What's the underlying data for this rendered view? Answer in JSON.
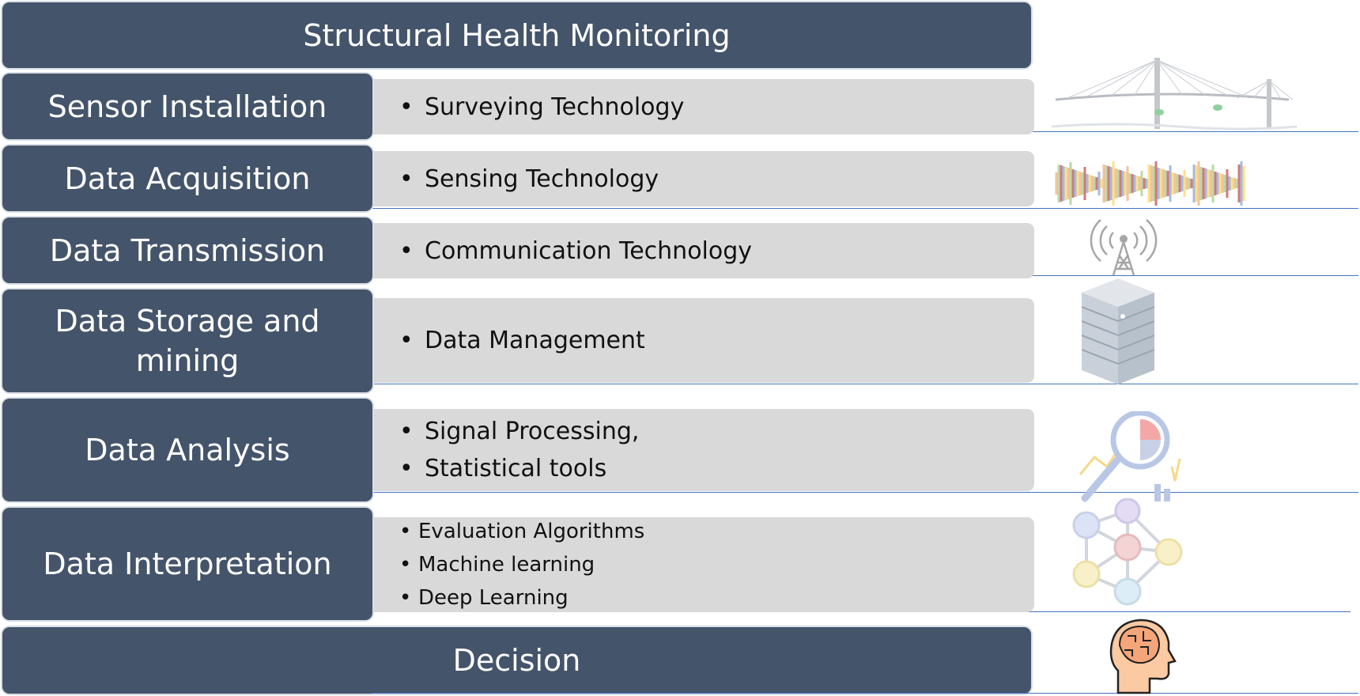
{
  "title": "Structural Health Monitoring",
  "stages": [
    {
      "label": "Sensor Installation",
      "items": [
        "Surveying Technology"
      ],
      "icon": "bridge-icon"
    },
    {
      "label": "Data Acquisition",
      "items": [
        "Sensing Technology"
      ],
      "icon": "signal-waveform-icon"
    },
    {
      "label": "Data Transmission",
      "items": [
        "Communication Technology"
      ],
      "icon": "antenna-tower-icon"
    },
    {
      "label": "Data Storage and mining",
      "items": [
        "Data Management"
      ],
      "icon": "server-icon"
    },
    {
      "label": "Data Analysis",
      "items": [
        "Signal Processing,",
        "Statistical tools"
      ],
      "icon": "magnifier-chart-icon"
    },
    {
      "label": "Data Interpretation",
      "items": [
        "Evaluation Algorithms",
        "Machine learning",
        "Deep Learning"
      ],
      "icon": "neural-network-icon"
    }
  ],
  "decision": {
    "label": "Decision",
    "icon": "brain-head-icon"
  },
  "colors": {
    "bar": "#44546a",
    "panel": "#d9d9d9",
    "rule": "#4472c4"
  }
}
